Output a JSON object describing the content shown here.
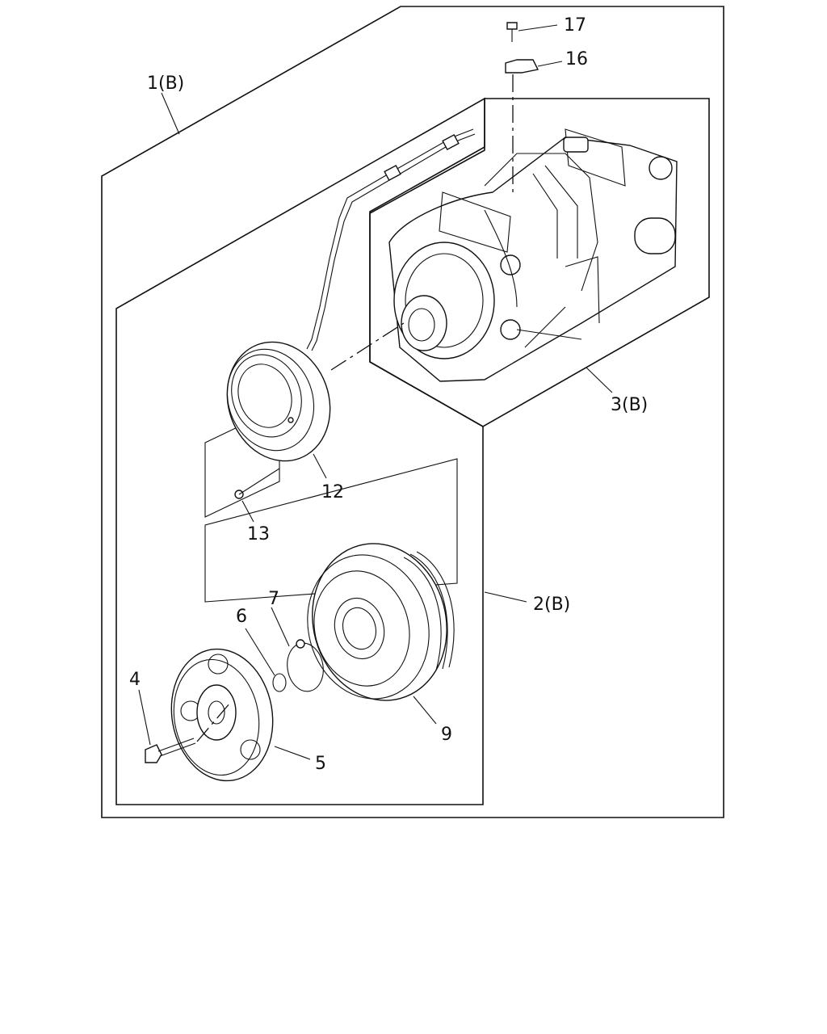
{
  "callouts": {
    "c1": "1(B)",
    "c2": "2(B)",
    "c3": "3(B)",
    "c4": "4",
    "c5": "5",
    "c6": "6",
    "c7": "7",
    "c9": "9",
    "c12": "12",
    "c13": "13",
    "c16": "16",
    "c17": "17"
  }
}
